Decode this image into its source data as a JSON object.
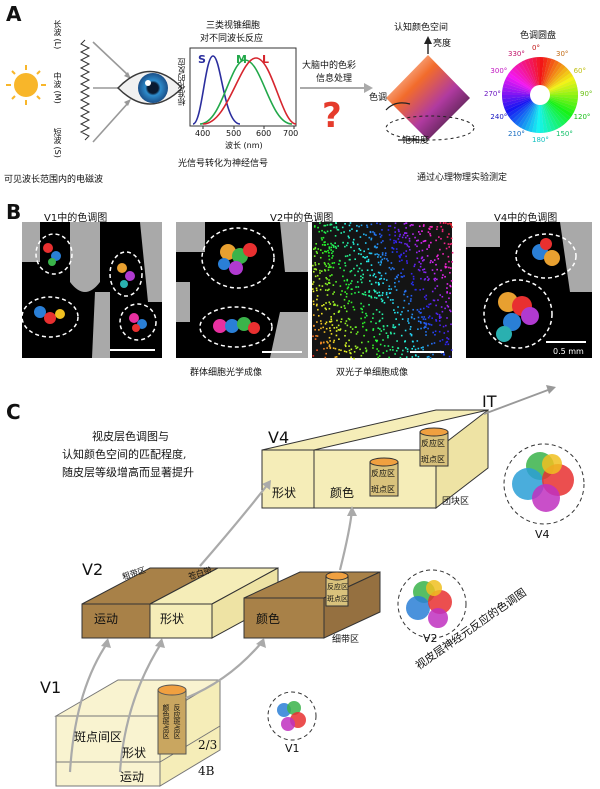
{
  "panelA": {
    "letter": "A",
    "em_caption": "可见波长范围内的电磁波",
    "wave_long": "长波 (L)",
    "wave_mid": "中波 (M)",
    "wave_short": "短波 (S)",
    "cone_title_1": "三类视锥细胞",
    "cone_title_2": "对不同波长反应",
    "cone_ylabel": "标准化的反应",
    "cone_xlabel": "波长 (nm)",
    "cone_labels": [
      "S",
      "M",
      "L"
    ],
    "cone_xticks": [
      "400",
      "500",
      "600",
      "700"
    ],
    "signal_caption": "光信号转化为神经信号",
    "brain_1": "大脑中的色彩",
    "brain_2": "信息处理",
    "question": "?",
    "space_title": "认知颜色空间",
    "brightness": "亮度",
    "hue": "色调",
    "saturation": "饱和度",
    "wheel_title": "色调圆盘",
    "wheel_ticks": [
      "0°",
      "30°",
      "60°",
      "90°",
      "120°",
      "150°",
      "180°",
      "210°",
      "240°",
      "270°",
      "300°",
      "330°"
    ],
    "psycho_caption": "通过心理物理实验测定"
  },
  "panelB": {
    "letter": "B",
    "v1_title": "V1中的色调图",
    "v2_title": "V2中的色调图",
    "v4_title": "V4中的色调图",
    "pop_caption": "群体细胞光学成像",
    "two_photon_caption": "双光子单细胞成像",
    "scale_label": "0.5 mm"
  },
  "panelC": {
    "letter": "C",
    "desc_1": "视皮层色调图与",
    "desc_2": "认知颜色空间的匹配程度,",
    "desc_3": "随皮层等级增高而显著提升",
    "it": "IT",
    "v4": "V4",
    "v2": "V2",
    "v1": "V1",
    "v4_shape": "形状",
    "v4_color": "颜色",
    "v4_patch_1": "反应区",
    "v4_patch_2": "斑点区",
    "v4_patch_3": "反应区",
    "v4_patch_4": "斑点区",
    "v4_globs": "团块区",
    "v2_motion": "运动",
    "v2_shape": "形状",
    "v2_color": "颜色",
    "v2_top_1": "粗带区",
    "v2_top_2": "苍白带",
    "v2_thin": "细带区",
    "v2_patch_1": "反应区",
    "v2_patch_2": "斑点区",
    "v1_interblob": "斑点间区",
    "v1_shape": "形状",
    "v1_motion": "运动",
    "v1_layer23": "2/3",
    "v1_layer4b": "4B",
    "v1_blob_1": "颜色斑点区",
    "v1_blob_2": "反应斑点区",
    "side_caption": "视皮层神经元反应的色调图",
    "circle_v4": "V4",
    "circle_v2": "V2",
    "circle_v1": "V1"
  },
  "colors": {
    "bright_yellow": "#f5edb8",
    "dark_brown": "#a88148",
    "arrow_grey": "#9a9a9a"
  }
}
